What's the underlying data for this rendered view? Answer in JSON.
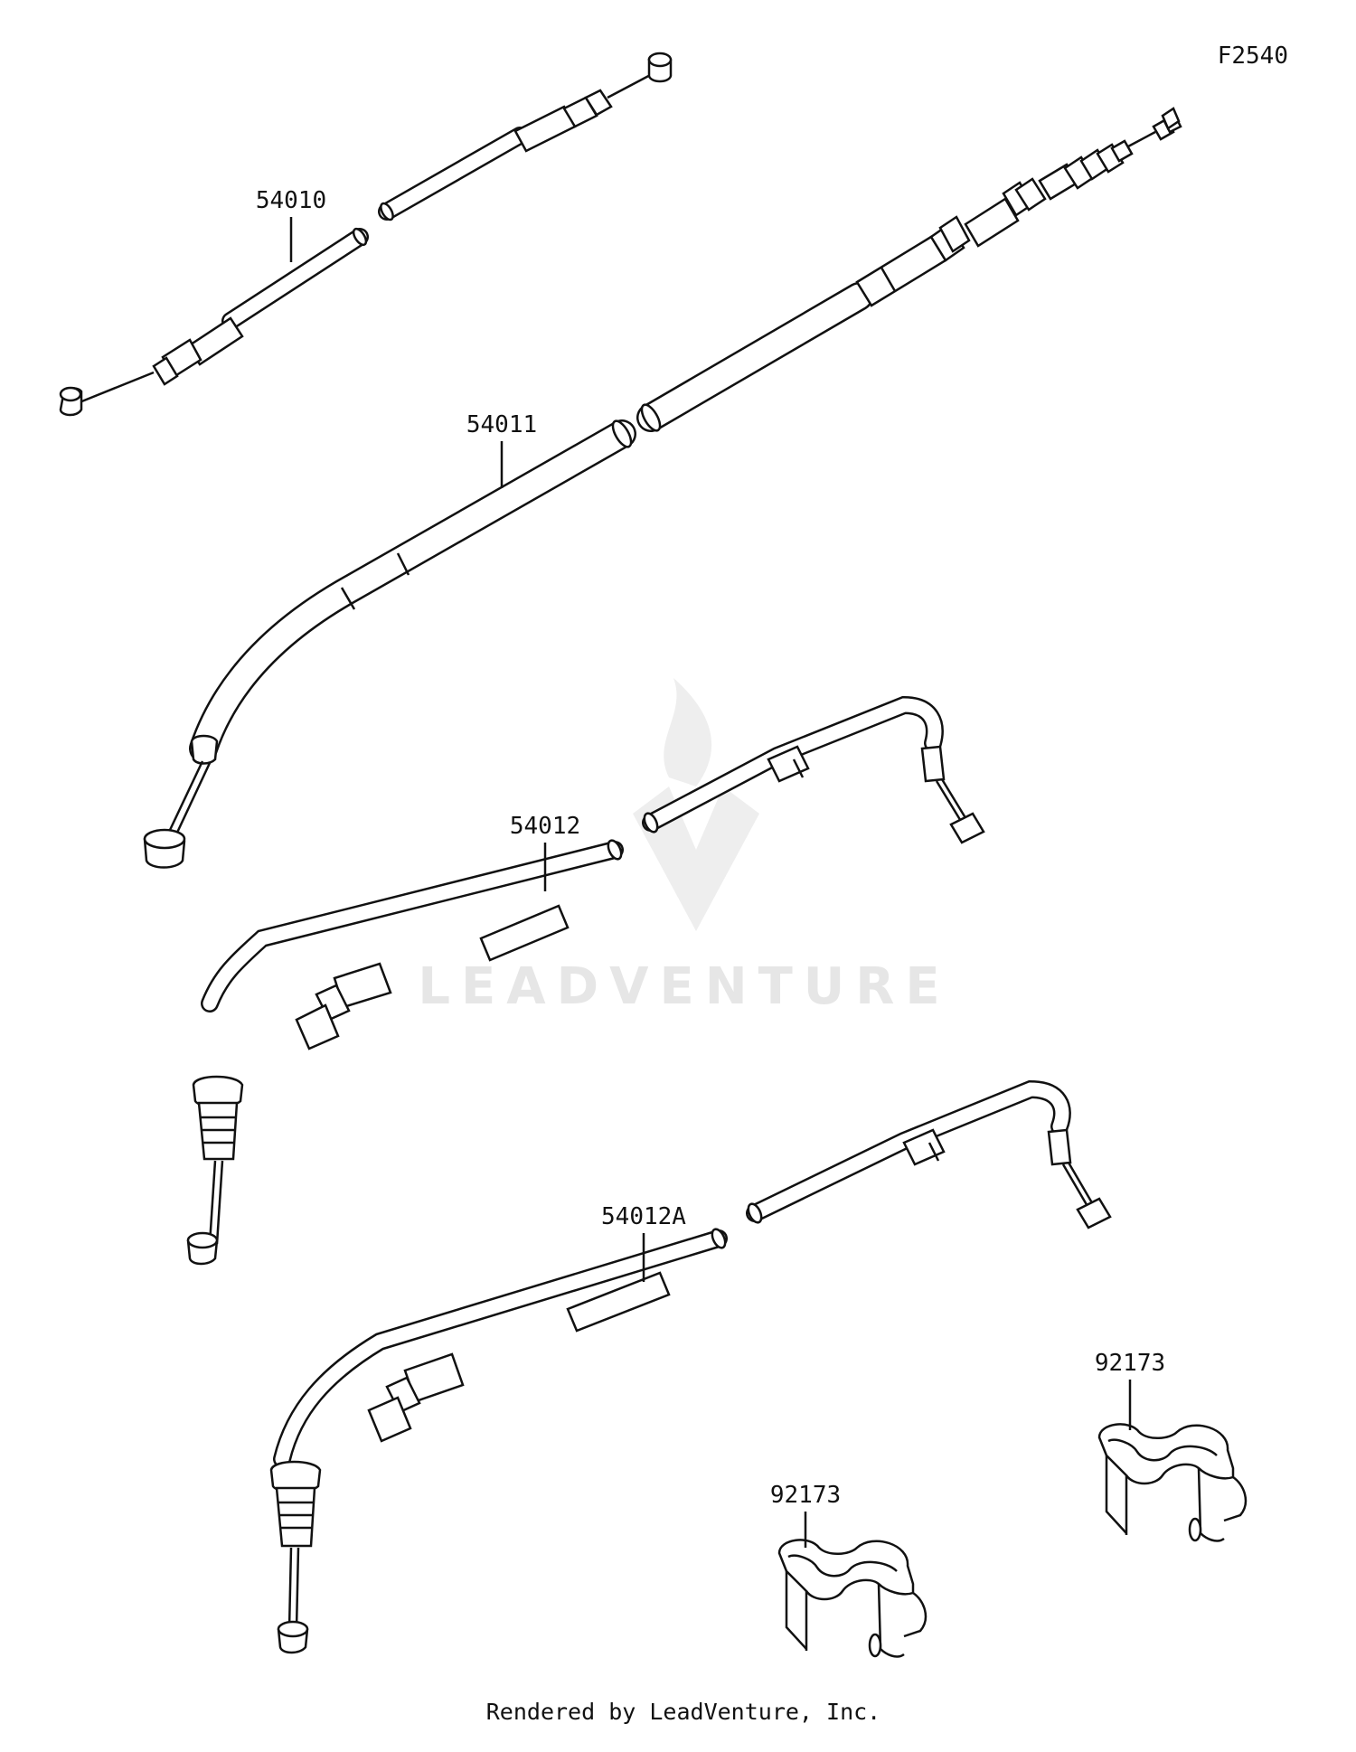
{
  "figure_code": "F2540",
  "watermark": "LEADVENTURE",
  "footer": "Rendered by LeadVenture, Inc.",
  "callouts": {
    "cable_54010": "54010",
    "cable_54011": "54011",
    "cable_54012": "54012",
    "cable_54012a": "54012A",
    "clamp_left": "92173",
    "clamp_right": "92173"
  },
  "colors": {
    "line": "#111111",
    "background": "#ffffff",
    "watermark": "#e6e6e6"
  }
}
